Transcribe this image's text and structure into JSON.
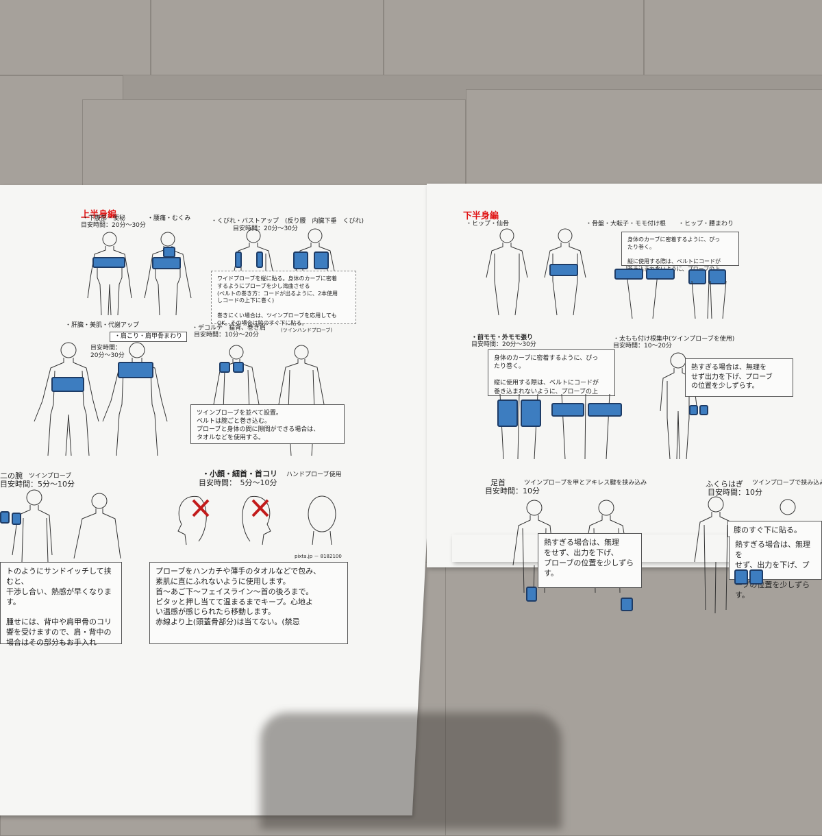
{
  "left_sheet": {
    "title": "上半身編",
    "s1_label": "・下腹部・便秘",
    "s1_label2": "・腰痛・むくみ",
    "s1_time": "目安時間：20分～30分",
    "s2_label": "・くびれ・バストアップ　(反り腰　内臓下垂　くびれ)",
    "s2_time": "目安時間：20分～30分",
    "s2_box": "ワイドプローブを縦に貼る。身体のカーブに密着\nするようにプローブを少し湾曲させる\n(ベルトの巻き方：コードが出るように、2本使用\nしコードの上下に巻く)\n\n巻きにくい場合は、ツインプローブを応用しても\nOK。その場合は脇のすぐ下に貼る。",
    "s3_label": "・肝臓・美肌・代謝アップ",
    "s3_sub": "・肩こり・肩甲骨まわり",
    "s3_time": "目安時間：\n20分～30分",
    "s4_label": "・デコルテ　猫背、巻き肩",
    "s4_tag": "(ツインハンドプローブ)",
    "s4_time": "目安時間：10分～20分",
    "s4_box": "ツインプローブを並べて設置。\nベルトは腕ごと巻き込む。\nプローブと身体の間に隙間ができる場合は、\nタオルなどを使用する。",
    "s5_label": "二の腕",
    "s5_tag": "ツインプローブ",
    "s5_time": "目安時間：5分～10分",
    "s5_box": "トのようにサンドイッチして挟むと、\n干渉し合い、熱感が早くなります。\n\n腫せには、背中や肩甲骨のコリ\n響を受けますので、肩・背中の\n場合はその部分もお手入れ",
    "s6_label": "・小顔・細首・首コリ",
    "s6_tag": "ハンドプローブ使用",
    "s6_time": "目安時間：　5分～10分",
    "s6_credit": "pixta.jp － 8182100",
    "s6_box": "プローブをハンカチや薄手のタオルなどで包み、\n素肌に直にふれないように使用します。\n首～あご下～フェイスライン～首の後ろまで。\nピタッと押し当てて温まるまでキープ。心地よ\nい温感が感じられたら移動します。\n赤線より上(頭蓋骨部分)は当てない。(禁忌"
  },
  "right_sheet": {
    "title": "下半身編",
    "r1_label": "・ヒップ・仙骨",
    "r2_label": "・骨盤・大転子・モモ付け根",
    "r2_label2": "・ヒップ・腰まわり",
    "r2_box": "身体のカーブに密着するように、ぴっ\nたり巻く。\n\n縦に使用する際は、ベルトにコードが\n巻き込まれないように、プローブの上",
    "r3_label": "・前モモ・外モモ張り",
    "r3_time": "目安時間：20分～30分",
    "r3_box": "身体のカーブに密着するように、ぴっ\nたり巻く。\n\n縦に使用する際は、ベルトにコードが\n巻き込まれないように、プローブの上",
    "r4_label": "・太もも付け根集中(ツインプローブを使用)",
    "r4_time": "目安時間：10～20分",
    "r4_box": "熱すぎる場合は、無理を\nせず出力を下げ、プローブ\nの位置を少しずらす。",
    "r5_label": "足首",
    "r5_tag": "ツインプローブを甲とアキレス腱を挟み込み",
    "r5_time": "目安時間：10分",
    "r5_box": "熱すぎる場合は、無理\nをせず、出力を下げ、\nプローブの位置を少しずら\nす。",
    "r6_label": "ふくらはぎ",
    "r6_tag": "ツインプローブで挟み込み",
    "r6_time": "目安時間：10分",
    "r6_box1": "膝のすぐ下に貼る。",
    "r6_box2": "熱すぎる場合は、無理を\nせず、出力を下げ、プロ\nーブの位置を少しずらす。"
  },
  "colors": {
    "pad": "#3d7dc0",
    "title_red": "#e01515",
    "floor": "#a6a19b"
  }
}
